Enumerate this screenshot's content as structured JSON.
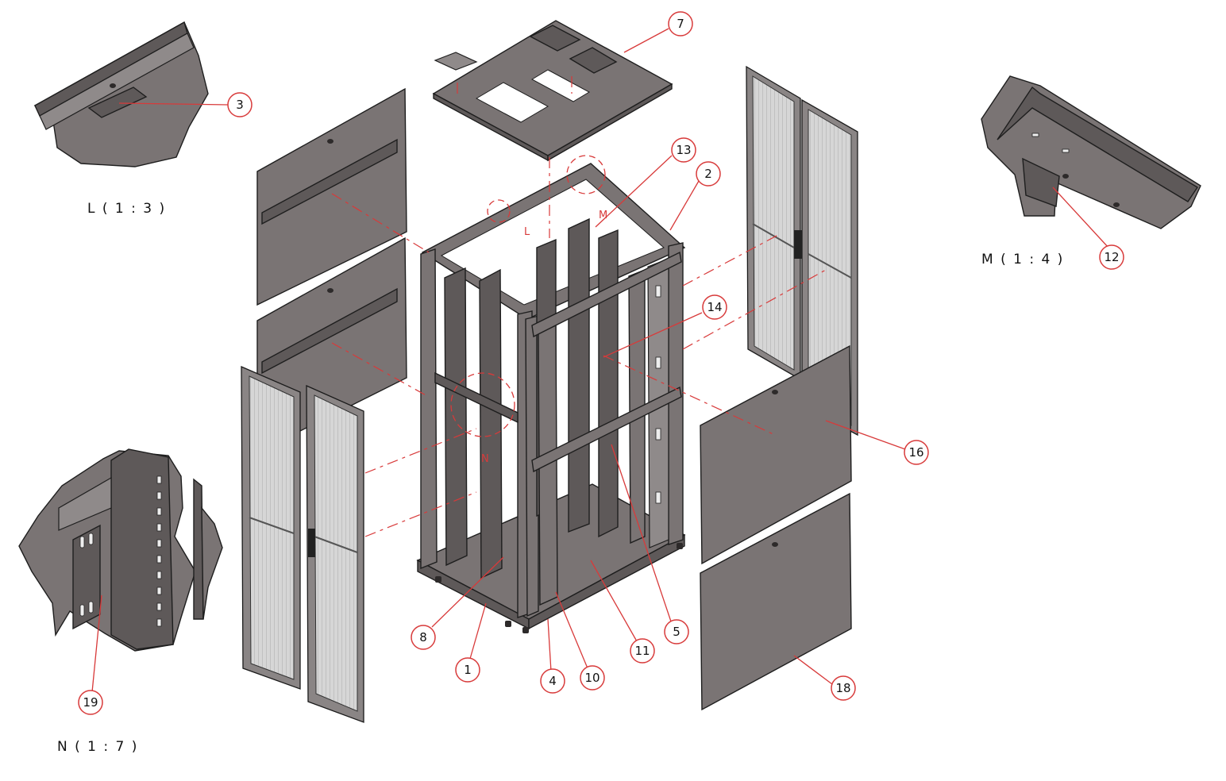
{
  "part_numbers": [
    "1",
    "2",
    "3",
    "4",
    "5",
    "7",
    "8",
    "10",
    "11",
    "12",
    "13",
    "14",
    "16",
    "18",
    "19"
  ],
  "details": {
    "L": "L ( 1 : 3 )",
    "M": "M ( 1 : 4 )",
    "N": "N ( 1 : 7 )"
  },
  "frame_markers": {
    "L": "L",
    "M": "M",
    "N": "N"
  },
  "colors": {
    "leader": "#d83a3a",
    "steel": "#7a7474",
    "mesh": "#cfcfcf"
  }
}
